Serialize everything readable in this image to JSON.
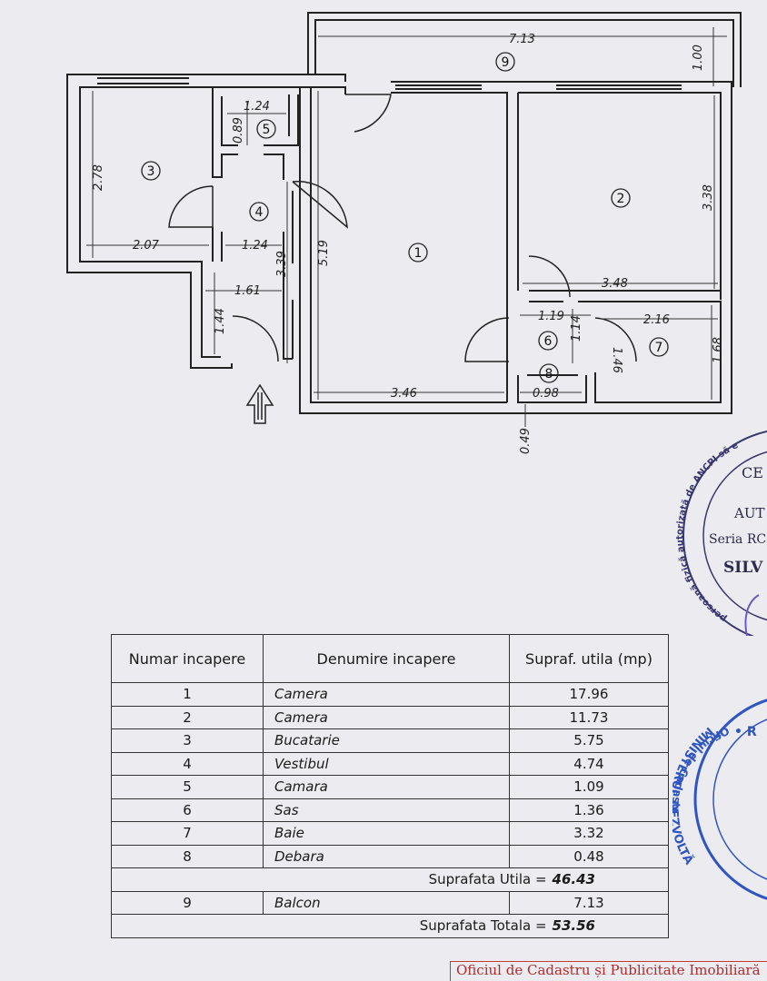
{
  "plan": {
    "room_numbers": [
      "1",
      "2",
      "3",
      "4",
      "5",
      "6",
      "7",
      "8",
      "9"
    ],
    "dimensions": {
      "balcony_length": "7.13",
      "balcony_depth": "1.00",
      "r5_width": "1.24",
      "r5_depth": "0.89",
      "r3_height": "2.78",
      "r3_width": "2.07",
      "r4_width": "1.24",
      "r4_length": "3.39",
      "r1_height": "5.19",
      "r1_width": "3.46",
      "r2_height": "3.38",
      "r2_width": "3.48",
      "entry_width": "1.61",
      "entry_depth": "1.44",
      "r6_width": "1.19",
      "r6_depth": "1.14",
      "r7_width": "2.16",
      "r7_height": "1.68",
      "r7_door": "1.46",
      "r8_width": "0.98",
      "r8_depth": "0.49"
    }
  },
  "stamp_round": {
    "arc_text": "persoană fizică autorizată de ANCPI să e",
    "line1": "CE",
    "line2": "AUT",
    "line3": "Seria RC",
    "line4": "SILV"
  },
  "stamp_blue": {
    "text1": "Oficiul de Cadastr",
    "text2": "MINISTERUL DEZVOLTĂ",
    "text3": "• R"
  },
  "table": {
    "headers": [
      "Numar incapere",
      "Denumire incapere",
      "Supraf. utila (mp)"
    ],
    "rows": [
      {
        "nr": "1",
        "name": "Camera",
        "area": "17.96"
      },
      {
        "nr": "2",
        "name": "Camera",
        "area": "11.73"
      },
      {
        "nr": "3",
        "name": "Bucatarie",
        "area": "5.75"
      },
      {
        "nr": "4",
        "name": "Vestibul",
        "area": "4.74"
      },
      {
        "nr": "5",
        "name": "Camara",
        "area": "1.09"
      },
      {
        "nr": "6",
        "name": "Sas",
        "area": "1.36"
      },
      {
        "nr": "7",
        "name": "Baie",
        "area": "3.32"
      },
      {
        "nr": "8",
        "name": "Debara",
        "area": "0.48"
      }
    ],
    "useful_label": "Suprafata Utila =",
    "useful_value": "46.43",
    "balcony_row": {
      "nr": "9",
      "name": "Balcon",
      "area": "7.13"
    },
    "total_label": "Suprafata Totala =",
    "total_value": "53.56"
  },
  "footer_stamp": "Oficiul de Cadastru și Publicitate Imobiliară"
}
